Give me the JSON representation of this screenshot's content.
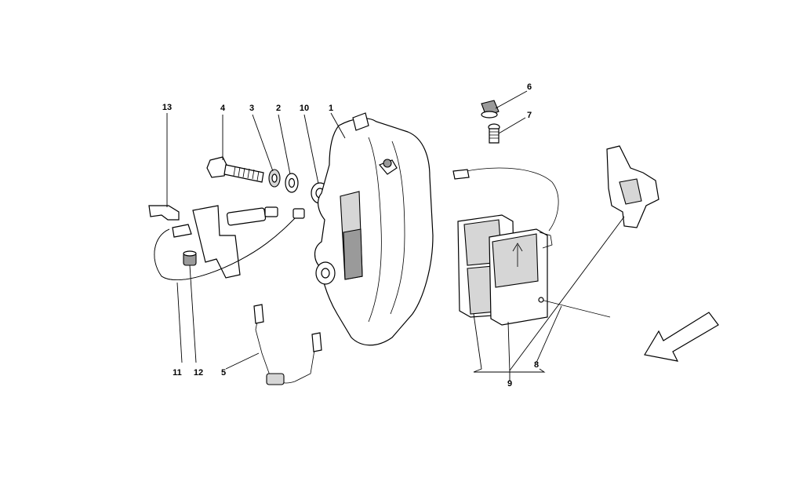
{
  "callouts": [
    {
      "id": "c1",
      "text": "1"
    },
    {
      "id": "c2",
      "text": "2"
    },
    {
      "id": "c3",
      "text": "3"
    },
    {
      "id": "c4",
      "text": "4"
    },
    {
      "id": "c5",
      "text": "5"
    },
    {
      "id": "c6",
      "text": "6"
    },
    {
      "id": "c7",
      "text": "7"
    },
    {
      "id": "c8",
      "text": "8"
    },
    {
      "id": "c9",
      "text": "9"
    },
    {
      "id": "c10",
      "text": "10"
    },
    {
      "id": "c11",
      "text": "11"
    },
    {
      "id": "c12",
      "text": "12"
    },
    {
      "id": "c13",
      "text": "13"
    }
  ],
  "colors": {
    "ink": "#000000",
    "background": "#ffffff",
    "shading": "#d6d6d6"
  }
}
